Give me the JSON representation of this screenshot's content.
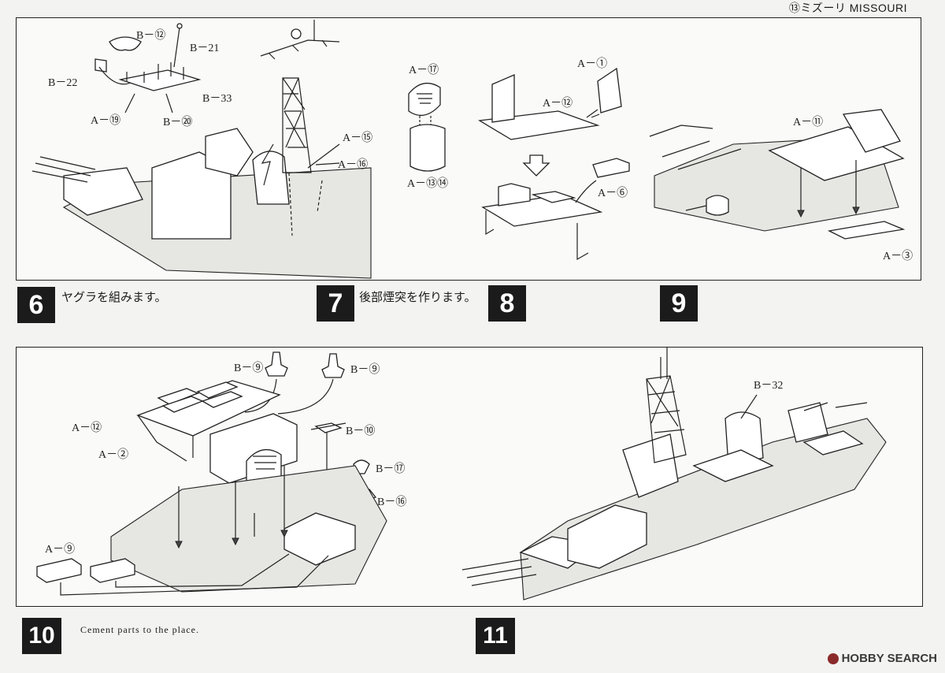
{
  "header": {
    "title": "⑬ミズーリ MISSOURI"
  },
  "steps": [
    {
      "number": "6",
      "text": "ヤグラを組みます。"
    },
    {
      "number": "7",
      "text": "後部煙突を作ります。"
    },
    {
      "number": "8",
      "text": ""
    },
    {
      "number": "9",
      "text": ""
    },
    {
      "number": "10",
      "text": "Cement parts to the place."
    },
    {
      "number": "11",
      "text": ""
    }
  ],
  "labels": {
    "b12": "B－⑫",
    "b21": "B－21",
    "b22": "B－22",
    "b33": "B－33",
    "a19": "A－⑲",
    "b20": "B－⑳",
    "a15": "A－⑮",
    "a16": "A－⑯",
    "a17": "A－⑰",
    "a1314": "A－⑬⑭",
    "a1": "A－①",
    "a12top": "A－⑫",
    "a6": "A－⑥",
    "a11": "A－⑪",
    "a3": "A－③",
    "b9a": "B－⑨",
    "b9b": "B－⑨",
    "b10": "B－⑩",
    "b17": "B－⑰",
    "b16": "B－⑯",
    "a12": "A－⑫",
    "a2": "A－②",
    "a9": "A－⑨",
    "b32": "B－32"
  },
  "watermark": {
    "text": "HOBBY SEARCH"
  }
}
